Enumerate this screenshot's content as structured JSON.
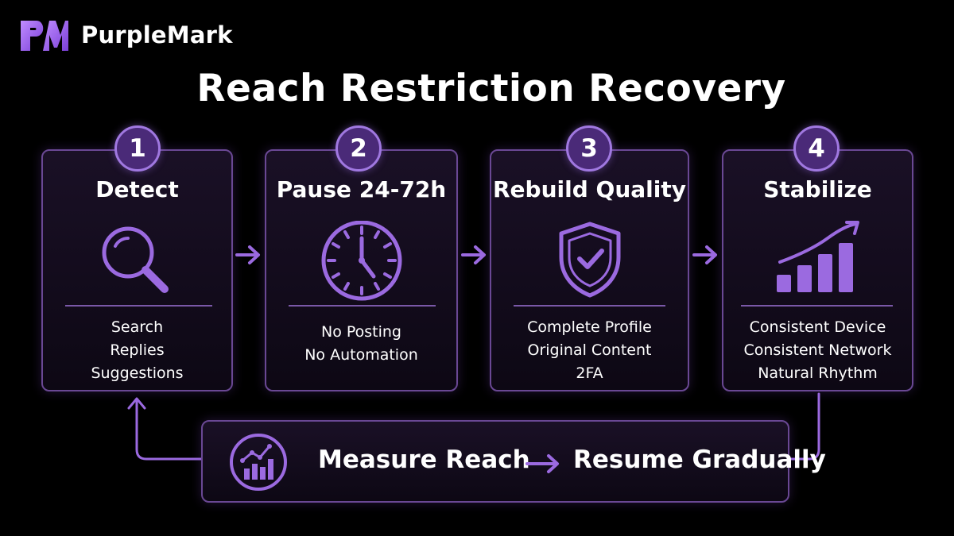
{
  "brand": {
    "name": "PurpleMark"
  },
  "title": "Reach Restriction Recovery",
  "colors": {
    "accent": "#9b6ae0",
    "badge_fill": "#4a2a78",
    "card_border": "#6a4894",
    "background": "#000000"
  },
  "steps": [
    {
      "number": "1",
      "title": "Detect",
      "icon": "magnifying-glass-icon",
      "items": [
        "Search",
        "Replies",
        "Suggestions"
      ]
    },
    {
      "number": "2",
      "title": "Pause 24-72h",
      "icon": "clock-icon",
      "items": [
        "No Posting",
        "No Automation"
      ]
    },
    {
      "number": "3",
      "title": "Rebuild Quality",
      "icon": "shield-check-icon",
      "items": [
        "Complete Profile",
        "Original Content",
        "2FA"
      ]
    },
    {
      "number": "4",
      "title": "Stabilize",
      "icon": "growth-chart-icon",
      "items": [
        "Consistent Device",
        "Consistent Network",
        "Natural Rhythm"
      ]
    }
  ],
  "loop": {
    "icon": "analytics-chart-icon",
    "measure": "Measure Reach",
    "resume": "Resume Gradually"
  }
}
